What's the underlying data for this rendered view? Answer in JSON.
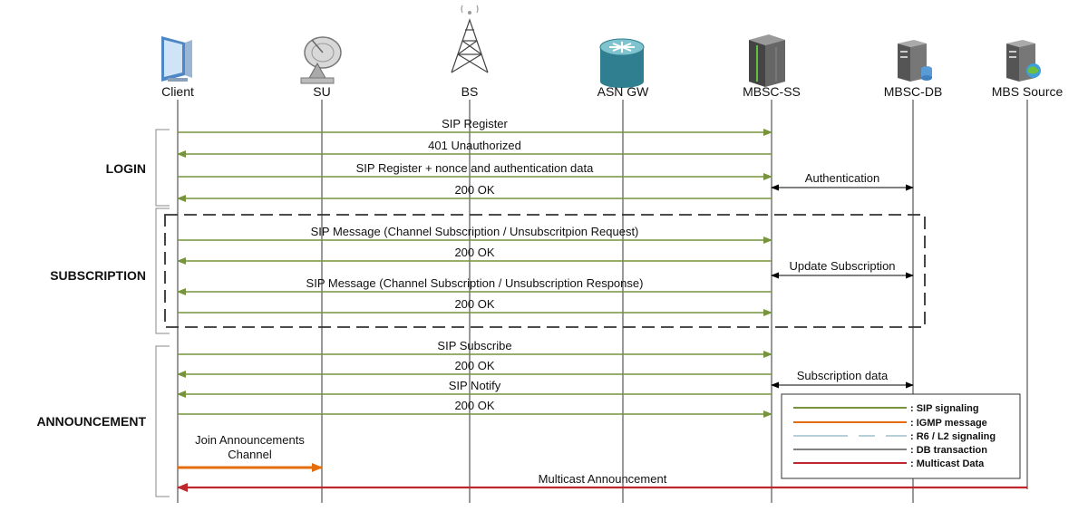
{
  "entities": [
    {
      "id": "client",
      "label": "Client",
      "icon": "client-monitor-icon"
    },
    {
      "id": "su",
      "label": "SU",
      "icon": "satellite-dish-icon"
    },
    {
      "id": "bs",
      "label": "BS",
      "icon": "radio-tower-icon"
    },
    {
      "id": "asngw",
      "label": "ASN GW",
      "icon": "router-icon"
    },
    {
      "id": "mbscss",
      "label": "MBSC-SS",
      "icon": "server-rack-icon"
    },
    {
      "id": "mbscdb",
      "label": "MBSC-DB",
      "icon": "database-server-icon"
    },
    {
      "id": "mbssource",
      "label": "MBS Source",
      "icon": "web-server-icon"
    }
  ],
  "phases": [
    {
      "id": "login",
      "label": "LOGIN"
    },
    {
      "id": "subscription",
      "label": "SUBSCRIPTION"
    },
    {
      "id": "announcement",
      "label": "ANNOUNCEMENT"
    }
  ],
  "messages": [
    {
      "label": "SIP Register",
      "from": "client",
      "to": "mbscss",
      "type": "sip"
    },
    {
      "label": "401 Unauthorized",
      "from": "mbscss",
      "to": "client",
      "type": "sip"
    },
    {
      "label": "SIP  Register + nonce and authentication data",
      "from": "client",
      "to": "mbscss",
      "type": "sip"
    },
    {
      "label": "200 OK",
      "from": "mbscss",
      "to": "client",
      "type": "sip"
    },
    {
      "label": "Authentication",
      "from": "mbscss",
      "to": "mbscdb",
      "type": "db",
      "bidirectional": true
    },
    {
      "label": "SIP Message (Channel Subscription / Unsubscritpion Request)",
      "from": "client",
      "to": "mbscss",
      "type": "sip"
    },
    {
      "label": "200 OK",
      "from": "mbscss",
      "to": "client",
      "type": "sip"
    },
    {
      "label": "Update Subscription",
      "from": "mbscss",
      "to": "mbscdb",
      "type": "db",
      "bidirectional": true
    },
    {
      "label": "SIP Message (Channel Subscription / Unsubscription Response)",
      "from": "mbscss",
      "to": "client",
      "type": "sip"
    },
    {
      "label": "200 OK",
      "from": "client",
      "to": "mbscss",
      "type": "sip"
    },
    {
      "label": "SIP Subscribe",
      "from": "client",
      "to": "mbscss",
      "type": "sip"
    },
    {
      "label": "200 OK",
      "from": "mbscss",
      "to": "client",
      "type": "sip"
    },
    {
      "label": "Subscription data",
      "from": "mbscss",
      "to": "mbscdb",
      "type": "db",
      "bidirectional": true
    },
    {
      "label": "SIP Notify",
      "from": "mbscss",
      "to": "client",
      "type": "sip"
    },
    {
      "label": "200 OK",
      "from": "client",
      "to": "mbscss",
      "type": "sip"
    },
    {
      "label": "Join Announcements\nChannel",
      "from": "client",
      "to": "su",
      "type": "igmp"
    },
    {
      "label": "Multicast Announcement",
      "from": "mbssource",
      "to": "client",
      "type": "multicast"
    }
  ],
  "legend": [
    {
      "label": ": SIP signaling",
      "type": "sip"
    },
    {
      "label": ": IGMP message",
      "type": "igmp"
    },
    {
      "label": ": R6 / L2 signaling",
      "type": "r6"
    },
    {
      "label": ": DB transaction",
      "type": "db"
    },
    {
      "label": ": Multicast Data",
      "type": "multicast"
    }
  ],
  "colors": {
    "sip": "#77933c",
    "igmp": "#e46c0a",
    "r6": "#b7cfd8",
    "db": "#000000",
    "multicast": "#c0272d"
  }
}
